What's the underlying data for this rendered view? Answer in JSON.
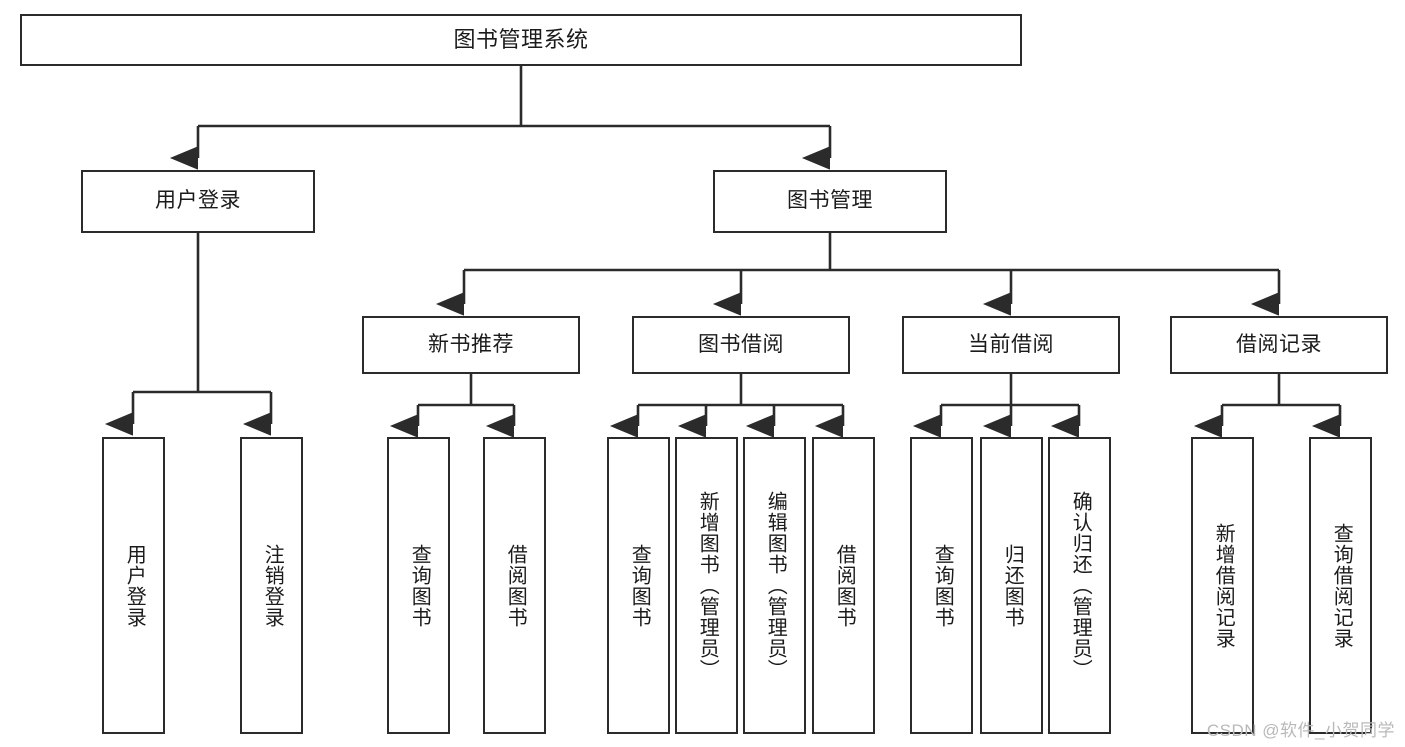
{
  "diagram": {
    "title": "图书管理系统",
    "watermark": "CSDN @软件_小贺同学",
    "line_color": "#2b2b2b",
    "box_fill": "#ffffff",
    "text_color": "#1b1b1b",
    "watermark_color": "#b9b9b9",
    "root": {
      "label": "图书管理系统"
    },
    "level2": [
      {
        "label": "用户登录"
      },
      {
        "label": "图书管理"
      }
    ],
    "level3": [
      {
        "label": "新书推荐"
      },
      {
        "label": "图书借阅"
      },
      {
        "label": "当前借阅"
      },
      {
        "label": "借阅记录"
      }
    ],
    "leaves": {
      "user_login": [
        {
          "label": "用户登录"
        },
        {
          "label": "注销登录"
        }
      ],
      "new_book": [
        {
          "label": "查询图书"
        },
        {
          "label": "借阅图书"
        }
      ],
      "book_borrow": [
        {
          "label": "查询图书"
        },
        {
          "label": "新增图书（管理员）"
        },
        {
          "label": "编辑图书（管理员）"
        },
        {
          "label": "借阅图书"
        }
      ],
      "current_borrow": [
        {
          "label": "查询图书"
        },
        {
          "label": "归还图书"
        },
        {
          "label": "确认归还（管理员）"
        }
      ],
      "borrow_record": [
        {
          "label": "新增借阅记录"
        },
        {
          "label": "查询借阅记录"
        }
      ]
    }
  }
}
